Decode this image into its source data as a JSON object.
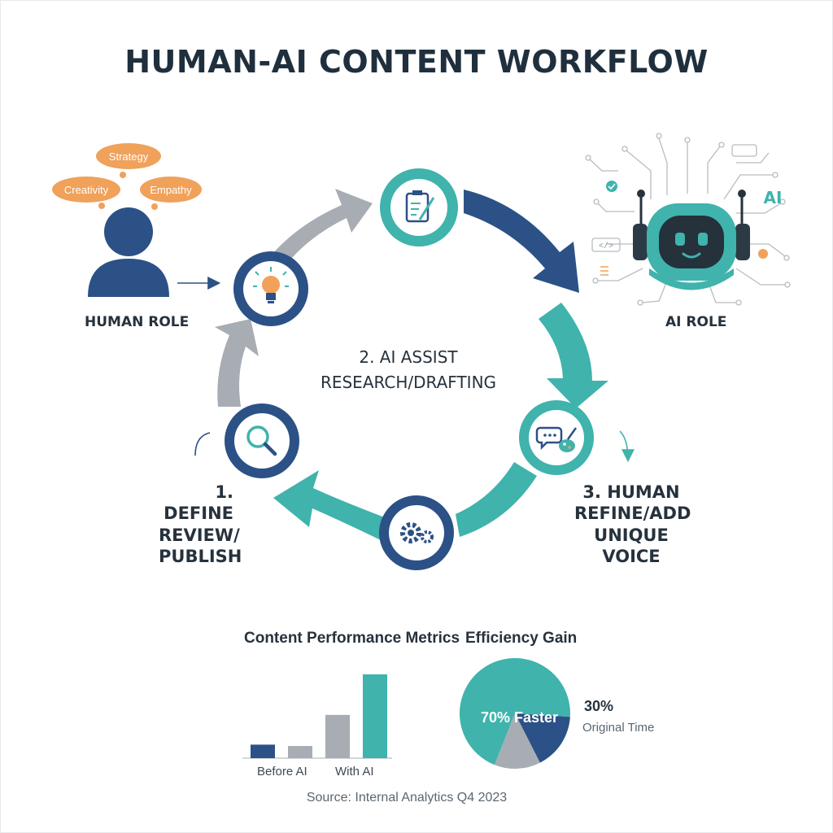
{
  "title": "HUMAN-AI CONTENT WORKFLOW",
  "human": {
    "label": "HUMAN ROLE",
    "bubbles": [
      "Strategy",
      "Creativity",
      "Empathy"
    ]
  },
  "ai": {
    "label": "AI ROLE",
    "badge": "AI",
    "code_tag": "</>"
  },
  "steps": {
    "step1": [
      "1. DEFINE",
      "REVIEW/",
      "PUBLISH"
    ],
    "step2": [
      "2. AI ASSIST",
      "RESEARCH/DRAFTING"
    ],
    "step3": [
      "3. HUMAN",
      "REFINE/ADD",
      "UNIQUE VOICE"
    ]
  },
  "nodes": [
    {
      "name": "lightbulb-icon"
    },
    {
      "name": "clipboard-pen-icon"
    },
    {
      "name": "chat-palette-icon"
    },
    {
      "name": "gears-icon"
    },
    {
      "name": "magnifier-icon"
    }
  ],
  "colors": {
    "navy": "#2c5186",
    "teal": "#3fb3ac",
    "gray": "#a7adb3",
    "orange": "#f0a15a",
    "text": "#26323d"
  },
  "chart_data": [
    {
      "type": "bar",
      "title": "Content Performance Metrics",
      "categories": [
        "Before AI",
        "With AI"
      ],
      "series": [
        {
          "values": [
            1.0,
            3.2
          ]
        },
        {
          "values": [
            0.9,
            6.2
          ]
        }
      ],
      "ylim": [
        0,
        6.5
      ]
    },
    {
      "type": "pie",
      "title": "Efficiency Gain",
      "slices": [
        {
          "label": "70% Faster",
          "value": 70
        },
        {
          "label": "30%",
          "value": 30,
          "sublabel": "Original Time"
        }
      ]
    }
  ],
  "source": "Source: Internal Analytics Q4 2023"
}
